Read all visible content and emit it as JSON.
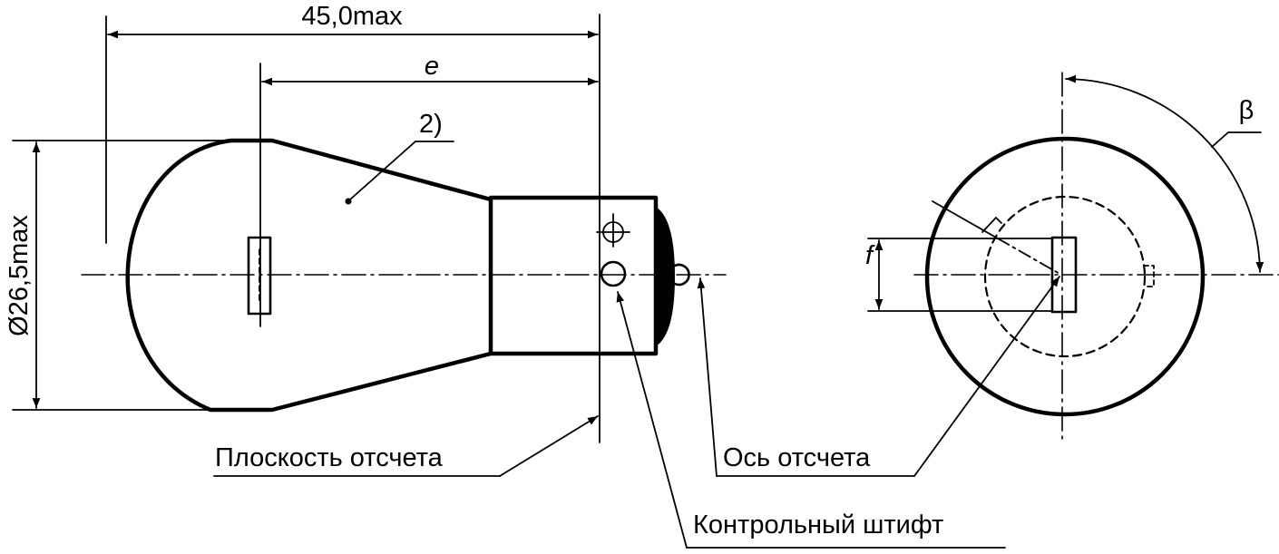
{
  "dimensions": {
    "overall_length": "45,0max",
    "filament_distance": "e",
    "diameter": "Ø26,5max",
    "filament_offset": "f",
    "angle": "β"
  },
  "callouts": {
    "note_ref": "2)",
    "reference_plane": "Плоскость отсчета",
    "reference_axis": "Ось отсчета",
    "reference_pin": "Контрольный штифт"
  }
}
